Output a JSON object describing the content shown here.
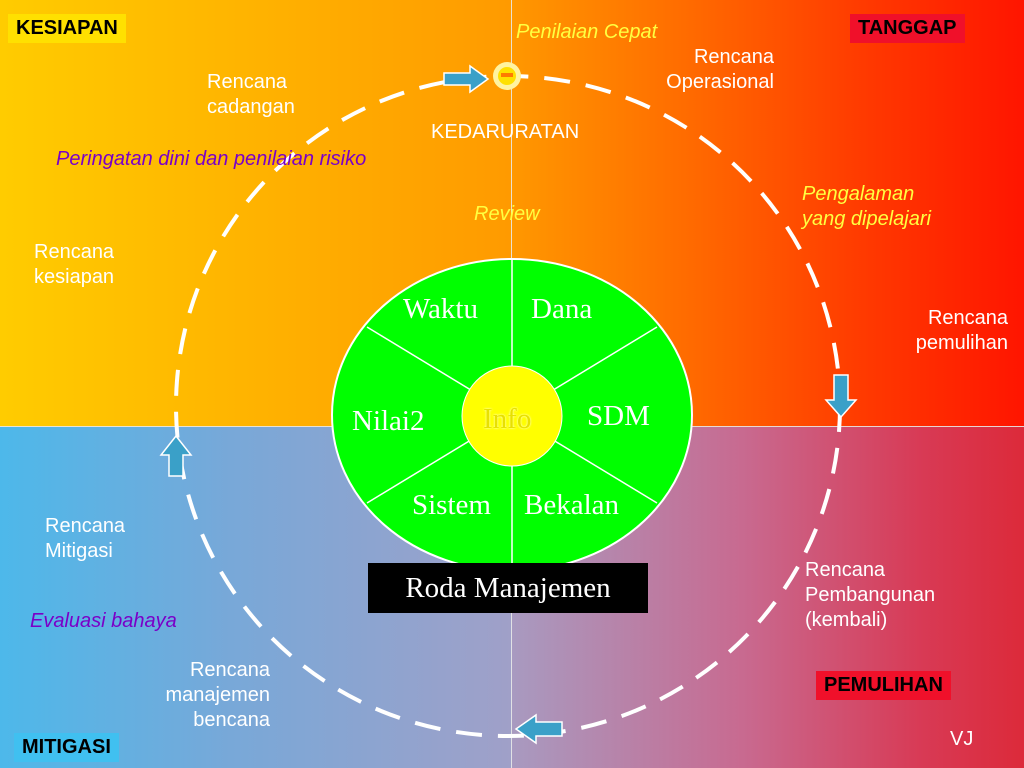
{
  "corners": {
    "top_left": "KESIAPAN",
    "top_right": "TANGGAP",
    "bottom_left": "MITIGASI",
    "bottom_right": "PEMULIHAN"
  },
  "labels": {
    "penilaian_cepat": "Penilaian Cepat",
    "rencana_operasional": [
      "Rencana",
      "Operasional"
    ],
    "rencana_cadangan": [
      "Rencana",
      "cadangan"
    ],
    "kedaruratan": "KEDARURATAN",
    "peringatan_dini": "Peringatan dini dan penilaian risiko",
    "review": "Review",
    "pengalaman": [
      "Pengalaman",
      "yang dipelajari"
    ],
    "rencana_kesiapan": [
      "Rencana",
      "kesiapan"
    ],
    "rencana_pemulihan": [
      "Rencana",
      "pemulihan"
    ],
    "rencana_mitigasi": [
      "Rencana",
      "Mitigasi"
    ],
    "evaluasi_bahaya": "Evaluasi bahaya",
    "rencana_manajemen": [
      "Rencana",
      "manajemen",
      "bencana"
    ],
    "rencana_pembangunan": [
      "Rencana",
      "Pembangunan",
      "(kembali)"
    ],
    "author": "VJ"
  },
  "wheel": {
    "center": "Info",
    "segments": [
      "Waktu",
      "Dana",
      "Nilai2",
      "SDM",
      "Sistem",
      "Bekalan"
    ]
  },
  "title": "Roda Manajemen",
  "colors": {
    "wheel_green": "#00ff00",
    "info_yellow": "#ffff00",
    "label_purple": "#7a00c8",
    "italic_yellow": "#ffff40",
    "arrow_blue": "#3aa0c8"
  }
}
